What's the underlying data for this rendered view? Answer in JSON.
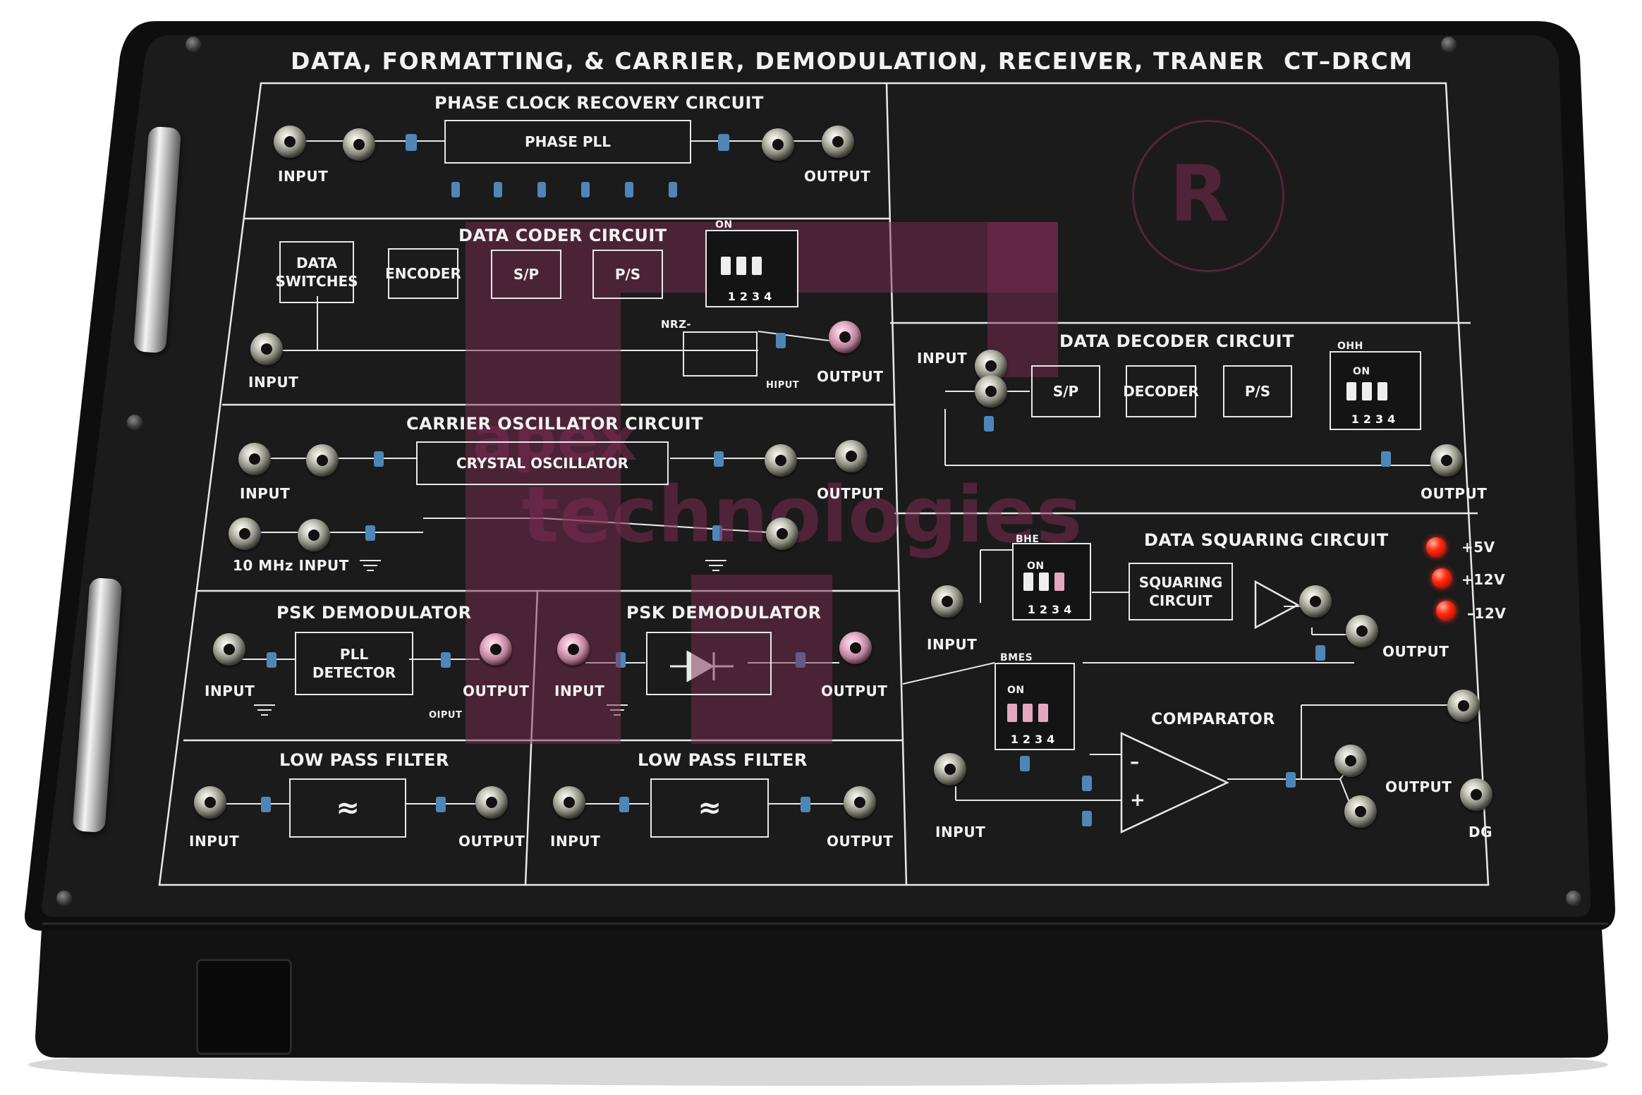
{
  "header": {
    "title": "DATA, FORMATTING, & CARRIER, DEMODULATION, RECEIVER, TRANER",
    "model": "CT–DRCM"
  },
  "watermark": {
    "brand_line1": "apex",
    "brand_line2": "technologies",
    "registered_mark": "R"
  },
  "phase_clock": {
    "title": "PHASE CLOCK RECOVERY CIRCUIT",
    "block": "PHASE PLL",
    "input": "INPUT",
    "output": "OUTPUT"
  },
  "data_coder": {
    "title": "DATA CODER CIRCUIT",
    "block1": "DATA\nSWITCHES",
    "block2": "ENCODER",
    "block3": "S/P",
    "block4": "P/S",
    "dip_on": "ON",
    "dip_nums": "1234",
    "nrz": "NRZ-",
    "input": "INPUT",
    "hiput": "HIPUT",
    "output": "OUTPUT"
  },
  "carrier": {
    "title": "CARRIER OSCILLATOR CIRCUIT",
    "block": "CRYSTAL OSCILLATOR",
    "input": "INPUT",
    "output": "OUTPUT",
    "input10": "10 MHz INPUT"
  },
  "psk1": {
    "title": "PSK DEMODULATOR",
    "block": "PLL DETECTOR",
    "input": "INPUT",
    "output": "OUTPUT",
    "oiput": "OIPUT"
  },
  "psk2": {
    "title": "PSK DEMODULATOR",
    "input": "INPUT",
    "output": "OUTPUT"
  },
  "lpf1": {
    "title": "LOW PASS FILTER",
    "symbol": "≈",
    "input": "INPUT",
    "output": "OUTPUT"
  },
  "lpf2": {
    "title": "LOW PASS FILTER",
    "symbol": "≈",
    "input": "INPUT",
    "output": "OUTPUT"
  },
  "data_decoder": {
    "title": "DATA DECODER CIRCUIT",
    "input": "INPUT",
    "block1": "S/P",
    "block2": "DECODER",
    "block3": "P/S",
    "dip_top": "OHH",
    "dip_on": "ON",
    "dip_nums": "1234",
    "output": "OUTPUT"
  },
  "squaring": {
    "title": "DATA SQUARING CIRCUIT",
    "block": "SQUARING\nCIRCUIT",
    "dip_top": "BHE",
    "dip_on": "ON",
    "dip_nums": "1234",
    "input": "INPUT",
    "output": "OUTPUT"
  },
  "power": {
    "v1": "+5V",
    "v2": "+12V",
    "v3": "–12V"
  },
  "comparator": {
    "title": "COMPARATOR",
    "dip_top": "BMES",
    "dip_on": "ON",
    "dip_nums": "1234",
    "minus": "–",
    "plus": "+",
    "input": "INPUT",
    "output": "OUTPUT",
    "dg": "DG"
  },
  "colors": {
    "panel": "#1b1b1b",
    "accent_watermark": "#7c2b52",
    "line": "#e8e8e8"
  }
}
